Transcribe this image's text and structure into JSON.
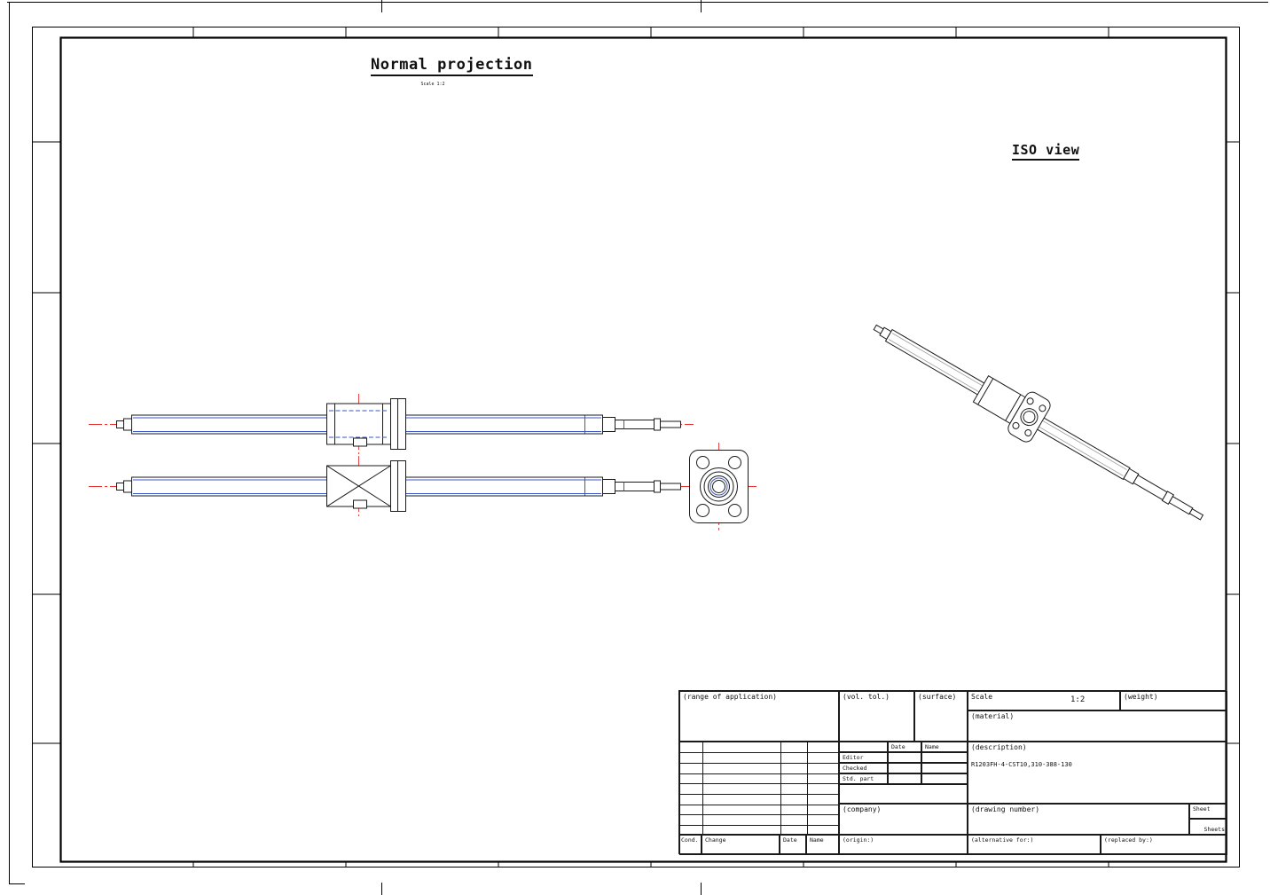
{
  "titles": {
    "normal_projection": "Normal projection",
    "normal_projection_note": "Scale 1:2",
    "iso_view": "ISO view"
  },
  "title_block": {
    "range_of_application": "(range of application)",
    "vol_tol": "(vol. tol.)",
    "surface": "(surface)",
    "scale_label": "Scale",
    "scale_value": "1:2",
    "weight": "(weight)",
    "material": "(material)",
    "date_col": "Date",
    "name_col": "Name",
    "editor": "Editor",
    "checked": "Checked",
    "std_part": "Std. part",
    "description_label": "(description)",
    "description_value": "R1203FH-4-CST10,310-388-130",
    "company": "(company)",
    "drawing_number": "(drawing number)",
    "sheet": "Sheet",
    "sheets": "Sheets",
    "cond": "Cond.",
    "change": "Change",
    "date": "Date",
    "name": "Name",
    "origin": "(origin:)",
    "alternative_for": "(alternative for:)",
    "replaced_by": "(replaced by:)"
  },
  "colors": {
    "outline": "#1a1a1a",
    "thread_blue": "#3a57c9",
    "centerline_red": "#e03131"
  }
}
